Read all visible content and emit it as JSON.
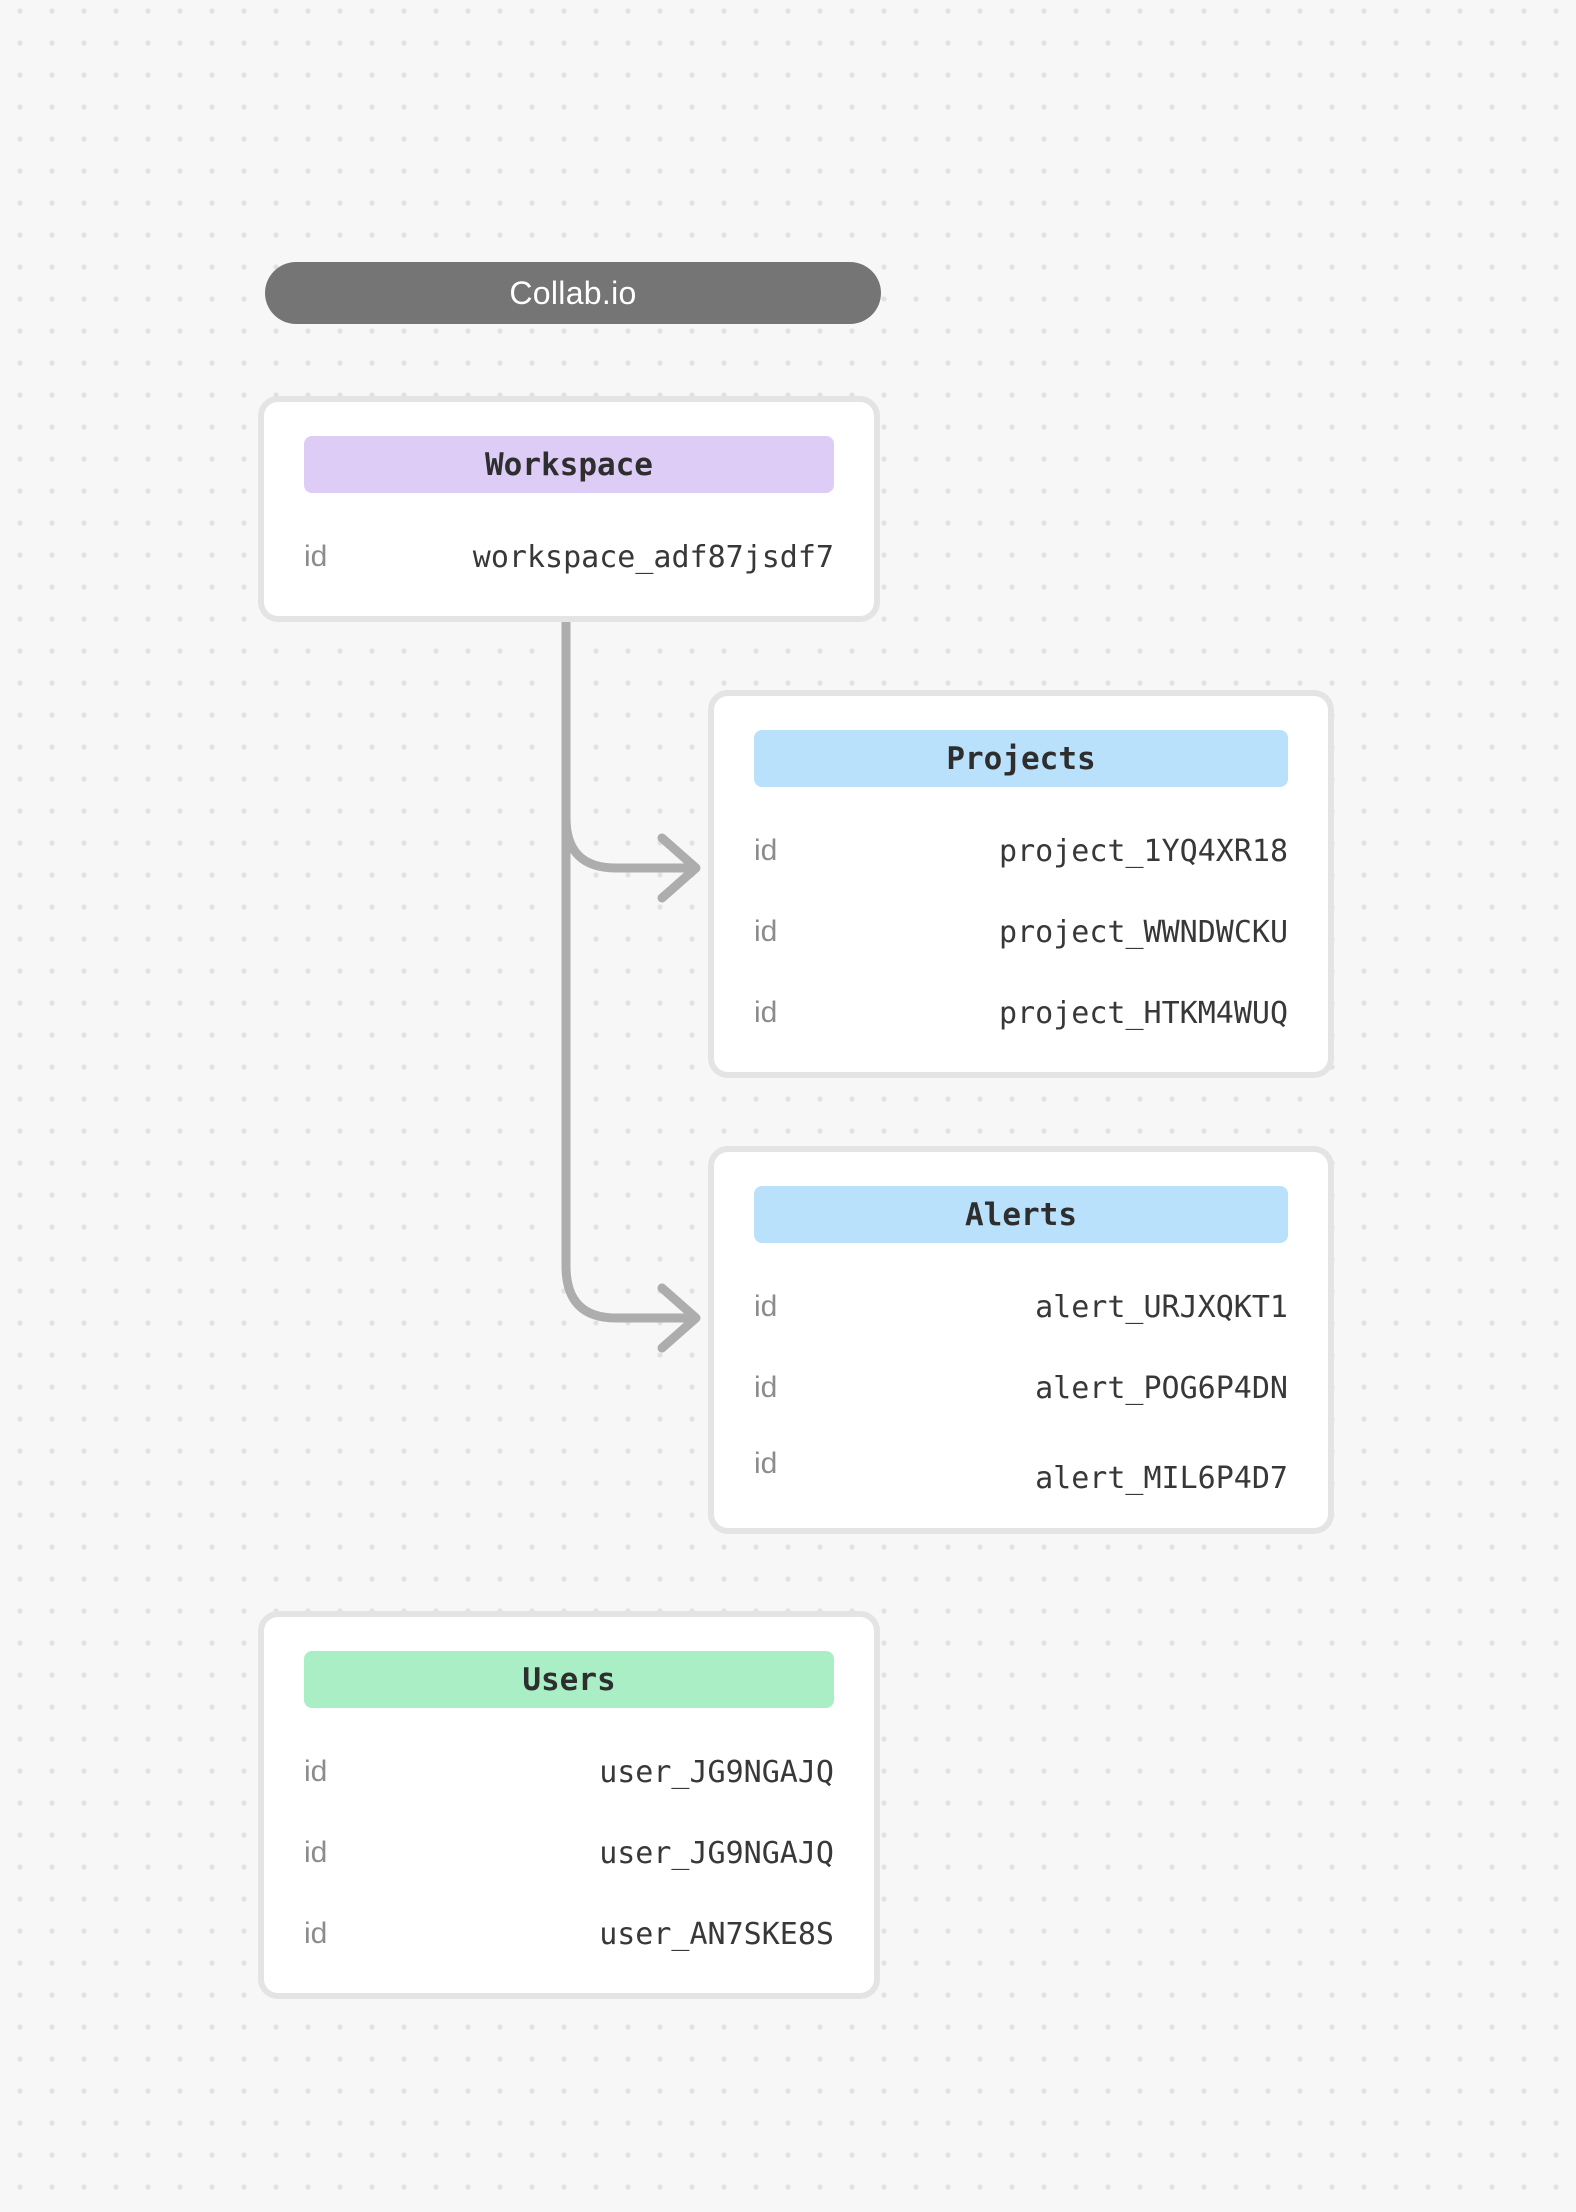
{
  "app": {
    "title": "Collab.io"
  },
  "colors": {
    "background": "#f7f7f8",
    "grid_dot": "#e1e1e2",
    "title_pill": "#757575",
    "card_border": "#e4e4e4",
    "edge": "#adadad",
    "workspace_accent": "#ddccf5",
    "projects_accent": "#b9e1fb",
    "alerts_accent": "#b9e1fb",
    "users_accent": "#a9eec4"
  },
  "nodes": {
    "workspace": {
      "label": "Workspace",
      "rows": [
        {
          "key": "id",
          "value": "workspace_adf87jsdf7"
        }
      ]
    },
    "projects": {
      "label": "Projects",
      "rows": [
        {
          "key": "id",
          "value": "project_1YQ4XR18"
        },
        {
          "key": "id",
          "value": "project_WWNDWCKU"
        },
        {
          "key": "id",
          "value": "project_HTKM4WUQ"
        }
      ]
    },
    "alerts": {
      "label": "Alerts",
      "rows": [
        {
          "key": "id",
          "value": "alert_URJXQKT1"
        },
        {
          "key": "id",
          "value": "alert_POG6P4DN"
        },
        {
          "key": "id",
          "value": "alert_MIL6P4D7"
        }
      ]
    },
    "users": {
      "label": "Users",
      "rows": [
        {
          "key": "id",
          "value": "user_JG9NGAJQ"
        },
        {
          "key": "id",
          "value": "user_JG9NGAJQ"
        },
        {
          "key": "id",
          "value": "user_AN7SKE8S"
        }
      ]
    }
  },
  "edges": [
    {
      "from": "Workspace",
      "to": "Projects"
    },
    {
      "from": "Workspace",
      "to": "Alerts"
    }
  ]
}
